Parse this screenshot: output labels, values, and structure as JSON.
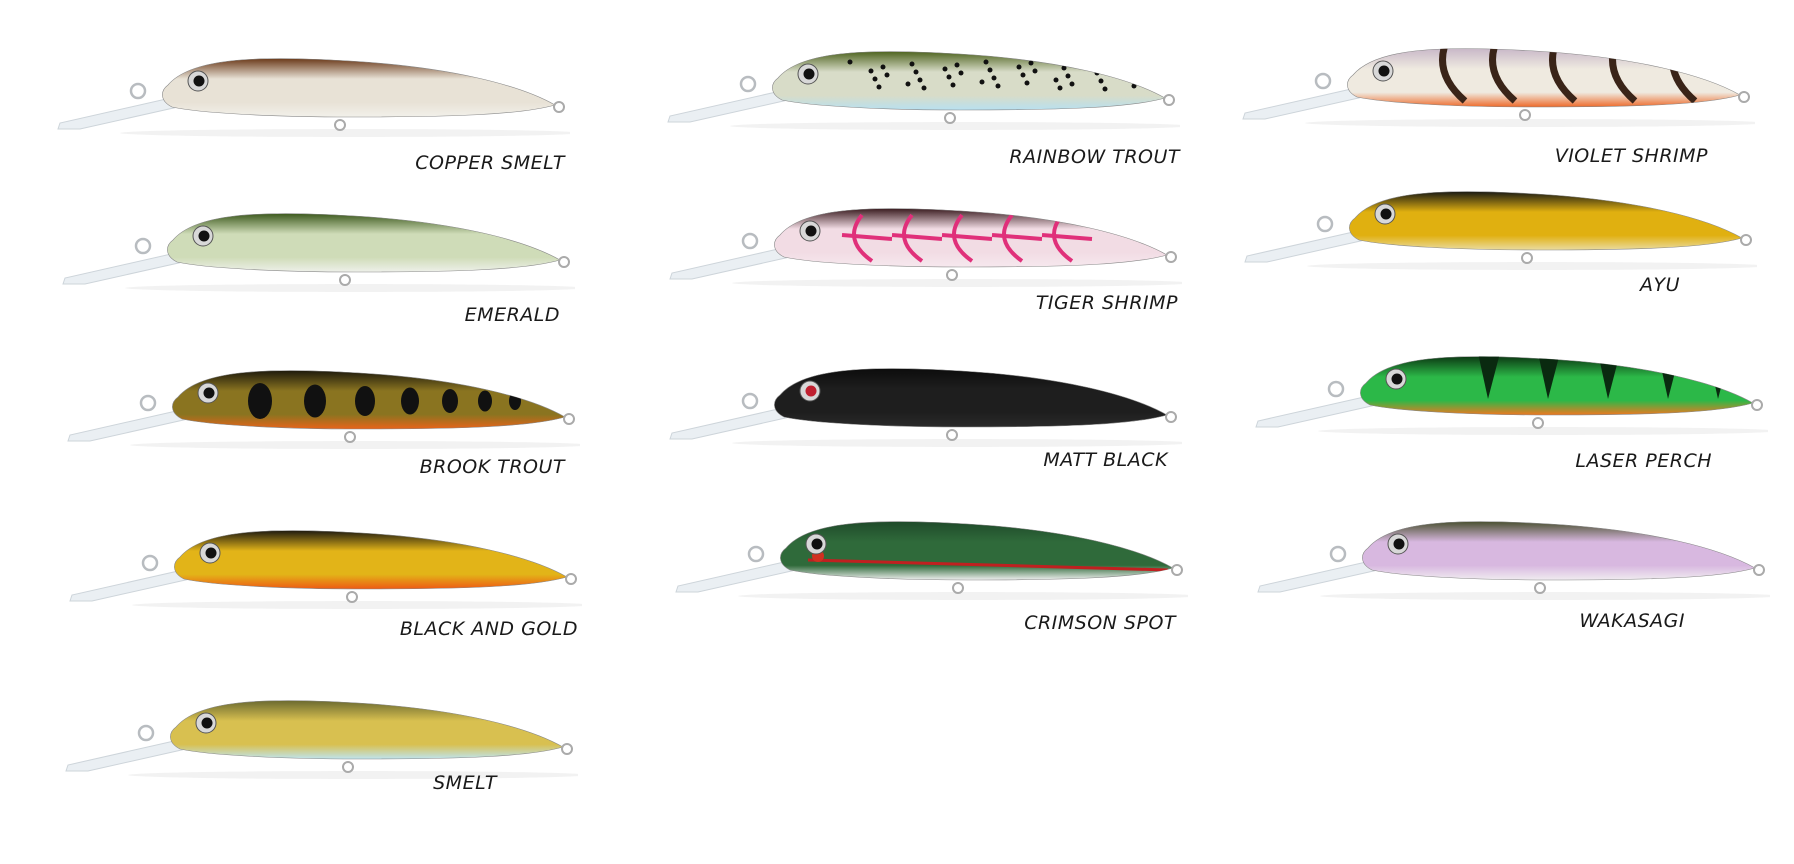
{
  "lures": [
    {
      "name": "COPPER SMELT",
      "back": "#6b3a1a",
      "side": "#e8e2d6",
      "belly": "#f2f0ea"
    },
    {
      "name": "EMERALD",
      "back": "#3d5a1e",
      "side": "#cfdcb8",
      "belly": "#eef0ea"
    },
    {
      "name": "BROOK TROUT",
      "back": "#1e1a0c",
      "side": "#8a7420",
      "belly": "#e8641a"
    },
    {
      "name": "BLACK AND GOLD",
      "back": "#1e1a10",
      "side": "#e2b418",
      "belly": "#ee5a14"
    },
    {
      "name": "SMELT",
      "back": "#6b6a30",
      "side": "#d8c050",
      "belly": "#bfe4ee"
    },
    {
      "name": "RAINBOW TROUT",
      "back": "#4f6420",
      "side": "#d8dcc8",
      "belly": "#b8e0f0"
    },
    {
      "name": "TIGER SHRIMP",
      "back": "#3a1c20",
      "side": "#f2dce4",
      "belly": "#f6e8ee"
    },
    {
      "name": "MATT BLACK",
      "back": "#0c0c0c",
      "side": "#1e1e1e",
      "belly": "#2a2a2a"
    },
    {
      "name": "CRIMSON SPOT",
      "back": "#1f4a2a",
      "side": "#2f6a3a",
      "belly": "#f0f0f0"
    },
    {
      "name": "VIOLET SHRIMP",
      "back": "#c8b8c8",
      "side": "#efeae0",
      "belly": "#ee6a2a"
    },
    {
      "name": "AYU",
      "back": "#1a1a14",
      "side": "#e0b010",
      "belly": "#eadca0"
    },
    {
      "name": "LASER PERCH",
      "back": "#0c3a14",
      "side": "#2cb848",
      "belly": "#f07820"
    },
    {
      "name": "WAKASAGI",
      "back": "#4a5030",
      "side": "#d8b8e0",
      "belly": "#f0ecf0"
    }
  ]
}
